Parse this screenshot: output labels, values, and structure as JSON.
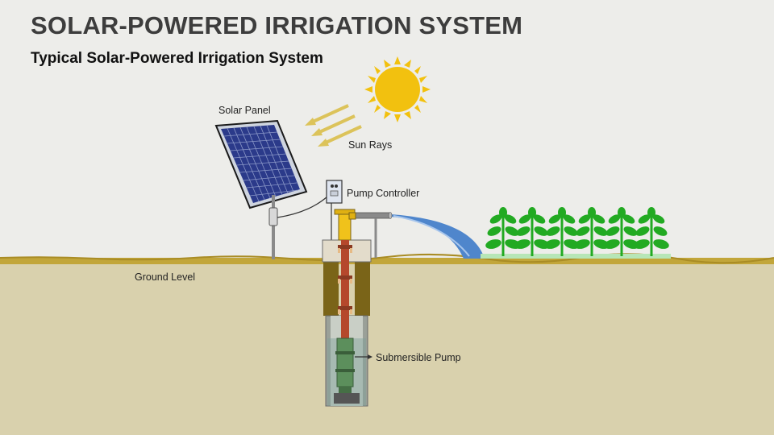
{
  "slide": {
    "title": "SOLAR-POWERED IRRIGATION SYSTEM",
    "subtitle": "Typical Solar-Powered Irrigation System"
  },
  "labels": {
    "solar_panel": "Solar Panel",
    "sun_rays": "Sun Rays",
    "pump_controller": "Pump Controller",
    "ground_level": "Ground Level",
    "submersible_pump": "Submersible Pump"
  },
  "colors": {
    "background": "#ededea",
    "soil": "#d9d1ad",
    "ground_line": "#c2a63a",
    "sun": "#f2c10f",
    "panel_cell": "#2b3a8a",
    "plant": "#22aa22",
    "water": "#4f86cc",
    "rising_main": "#b5482c",
    "pump": "#5c8f5c"
  }
}
